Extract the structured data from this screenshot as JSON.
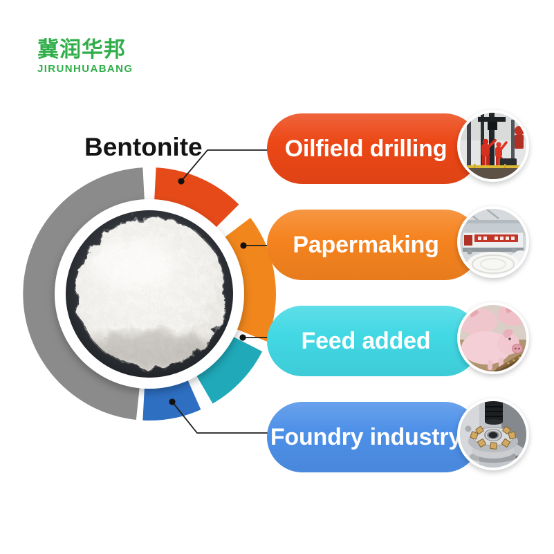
{
  "brand": {
    "logo_chinese": "冀润华邦",
    "logo_latin": "JIRUNHUABANG",
    "logo_color": "#2fae49"
  },
  "product": {
    "title": "Bentonite",
    "center_photo": "bowl-of-white-bentonite-powder"
  },
  "ring": {
    "gray_color": "#8b8b8b",
    "plate_color": "#ffffff",
    "bowl_color": "#26292e",
    "powder_color": "#f0eeea",
    "connector_color": "#1d1d1d"
  },
  "applications": [
    {
      "label": "Oilfield drilling",
      "pill_color": "#ec4716",
      "segment_color": "#e64a19",
      "photo": "oilfield-drilling-workers-in-red-on-rig"
    },
    {
      "label": "Papermaking",
      "pill_color": "#f5831f",
      "segment_color": "#f0861c",
      "photo": "paper-mill-machine-with-paper-roll"
    },
    {
      "label": "Feed added",
      "pill_color": "#41d8e4",
      "segment_color": "#1fa9b9",
      "photo": "pigs-feeding-at-trough"
    },
    {
      "label": "Foundry industry",
      "pill_color": "#4d90e8",
      "segment_color": "#2e6fc2",
      "photo": "milling-cutter-metal-tool"
    }
  ]
}
